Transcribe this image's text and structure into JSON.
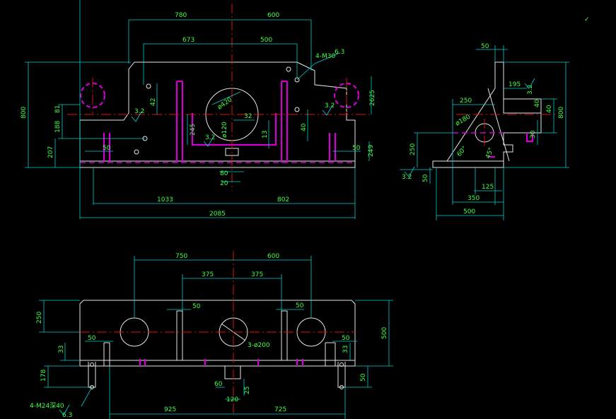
{
  "colors": {
    "background": "#000000",
    "outline": "#e6e6e6",
    "dimension": "#00d0d0",
    "dimension_text": "#44ff44",
    "hidden_line": "#d000d0",
    "center_line": "#e01010"
  },
  "front_view": {
    "dim_780": "780",
    "dim_600": "600",
    "dim_673": "673",
    "dim_500": "500",
    "dim_1033": "1033",
    "dim_802": "802",
    "dim_2085": "2085",
    "dim_800": "800",
    "dim_81": "81",
    "dim_188": "188",
    "dim_207": "207",
    "dim_42": "42",
    "dim_245": "245",
    "dim_13": "13",
    "dim_32": "32",
    "dim_40": "40",
    "dim_2625": "2625",
    "dim_249": "249",
    "dim_50_left": "50",
    "dim_50_right": "50",
    "dim_80": "80",
    "dim_20": "20",
    "hole_label": "4-M30",
    "roughness_a": "3.2",
    "roughness_b": "3.2",
    "roughness_c": "3.2",
    "roughness_d": "6.3",
    "circle_label": "ø420",
    "phi_label": "ø120"
  },
  "side_view": {
    "dim_50": "50",
    "dim_195": "195",
    "dim_250_top": "250",
    "dim_40a": "40",
    "dim_40b": "40",
    "dim_800": "800",
    "dim_30": "30",
    "dim_250_left": "250",
    "dim_50_left": "50",
    "dim_125": "125",
    "dim_350": "350",
    "dim_500": "500",
    "roughness_a": "3.2",
    "roughness_b": "3.2",
    "circle_label": "ø180",
    "angle_a": "60°",
    "angle_b": "45°"
  },
  "top_view": {
    "dim_750": "750",
    "dim_600": "600",
    "dim_375a": "375",
    "dim_375b": "375",
    "dim_50a": "50",
    "dim_50b": "50",
    "dim_50c": "50",
    "dim_50d": "50",
    "dim_50e": "50",
    "dim_250": "250",
    "dim_500": "500",
    "dim_33a": "33",
    "dim_33b": "33",
    "dim_178": "178",
    "dim_60": "60",
    "dim_120": "120",
    "dim_25": "25",
    "dim_925": "925",
    "dim_725": "725",
    "hole_label": "3-ø200",
    "bolt_label": "4-M24深40",
    "roughness": "6.3"
  },
  "corner_symbol": "✓"
}
